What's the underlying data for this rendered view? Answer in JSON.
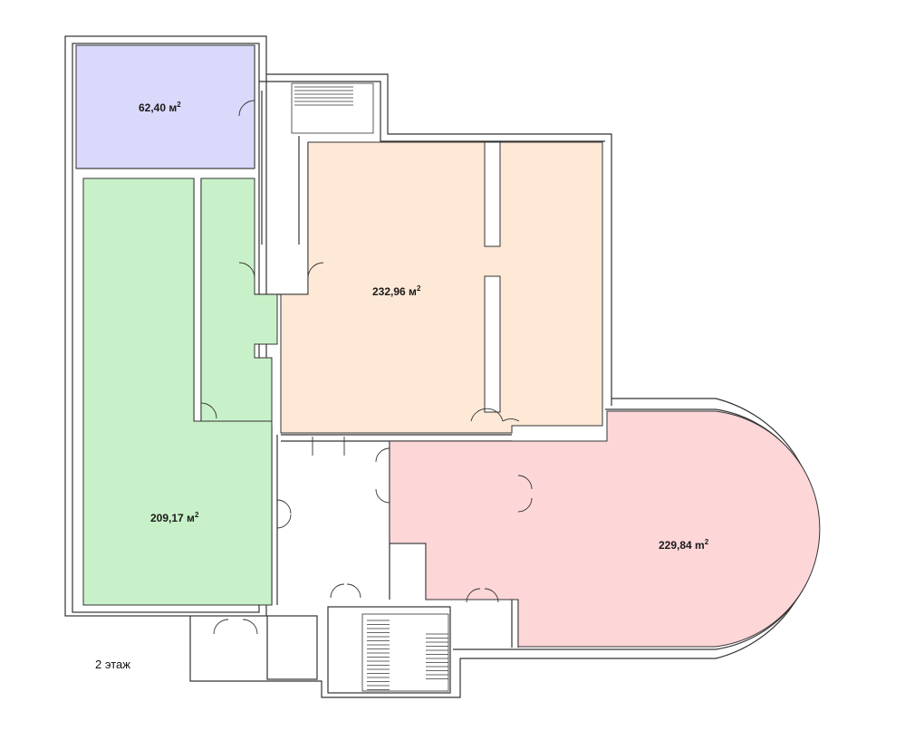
{
  "rooms": [
    {
      "area": "62,40",
      "unit": "м",
      "sup": "2",
      "color": "#d9d9fb"
    },
    {
      "area": "232,96",
      "unit": "м",
      "sup": "2",
      "color": "#fde9d6"
    },
    {
      "area": "209,17",
      "unit": "м",
      "sup": "2",
      "color": "#c9f1c9"
    },
    {
      "area": "229,84",
      "unit": "m",
      "sup": "2",
      "color": "#fdd6d8"
    }
  ],
  "floor_label": "2 этаж"
}
